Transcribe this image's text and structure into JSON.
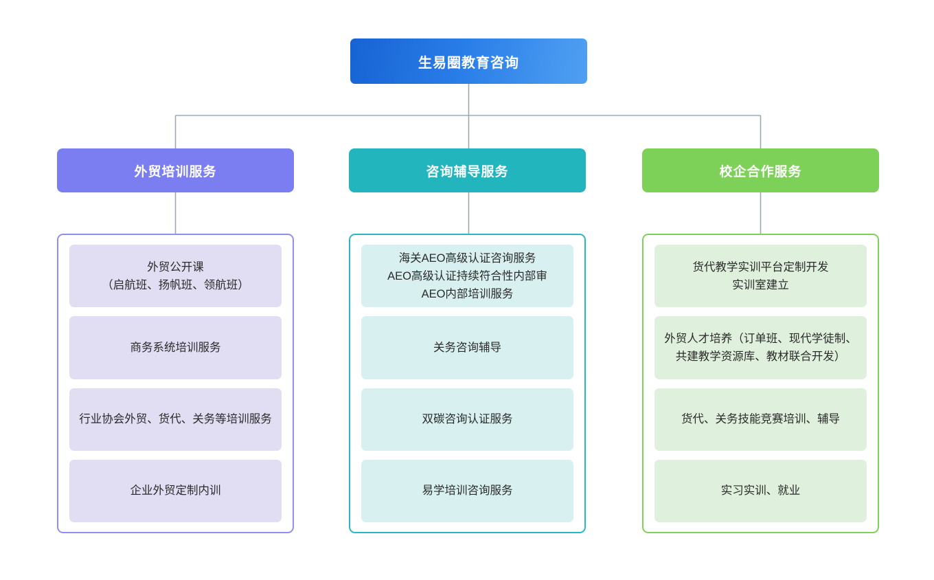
{
  "diagram": {
    "type": "organization-chart",
    "root": {
      "label": "生易圈教育咨询",
      "color": "#2a7ee8"
    },
    "connector_color": "#9aa8b4",
    "columns": [
      {
        "id": "training",
        "header": "外贸培训服务",
        "header_color": "#7b7ef0",
        "border_color": "#8f8ff0",
        "card_color": "#e1ddf2",
        "items": [
          "外贸公开课\n（启航班、扬帆班、领航班）",
          "商务系统培训服务",
          "行业协会外贸、货代、关务等培训服务",
          "企业外贸定制内训"
        ]
      },
      {
        "id": "consulting",
        "header": "咨询辅导服务",
        "header_color": "#22b5bd",
        "border_color": "#2ab8c0",
        "card_color": "#d8f0f0",
        "items": [
          "海关AEO高级认证咨询服务\nAEO高级认证持续符合性内部审\nAEO内部培训服务",
          "关务咨询辅导",
          "双碳咨询认证服务",
          "易学培训咨询服务"
        ]
      },
      {
        "id": "school-enterprise",
        "header": "校企合作服务",
        "header_color": "#7ed158",
        "border_color": "#7ed158",
        "card_color": "#dff1dc",
        "items": [
          "货代教学实训平台定制开发\n实训室建立",
          "外贸人才培养（订单班、现代学徒制、共建教学资源库、教材联合开发）",
          "货代、关务技能竞赛培训、辅导",
          "实习实训、就业"
        ]
      }
    ]
  }
}
